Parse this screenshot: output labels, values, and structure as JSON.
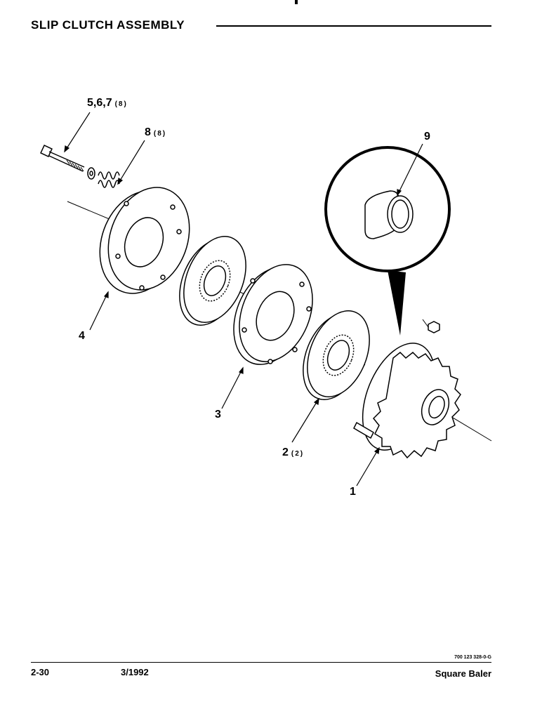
{
  "page": {
    "title": "SLIP CLUTCH ASSEMBLY",
    "page_number": "2-30",
    "date": "3/1992",
    "product": "Square Baler",
    "drawing_code": "700 123 328-0-G"
  },
  "callouts": [
    {
      "label": "5,6,7",
      "qty": "(8)"
    },
    {
      "label": "8",
      "qty": "(8)"
    },
    {
      "label": "9",
      "qty": ""
    },
    {
      "label": "4",
      "qty": ""
    },
    {
      "label": "3",
      "qty": ""
    },
    {
      "label": "2",
      "qty": "(2)"
    },
    {
      "label": "1",
      "qty": ""
    }
  ]
}
